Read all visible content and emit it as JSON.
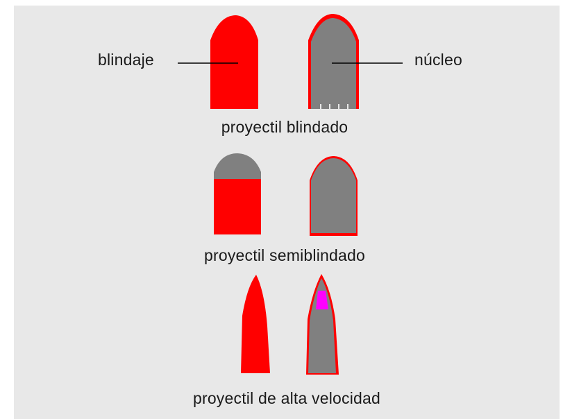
{
  "colors": {
    "background": "#e8e8e8",
    "jacket": "#ff0000",
    "core": "#808080",
    "tip": "#ff00ff",
    "line": "#000000"
  },
  "labels": {
    "jacket": "blindaje",
    "core": "núcleo"
  },
  "sections": [
    {
      "caption": "proyectil blindado"
    },
    {
      "caption": "proyectil semiblindado"
    },
    {
      "caption": "proyectil de alta velocidad"
    }
  ]
}
